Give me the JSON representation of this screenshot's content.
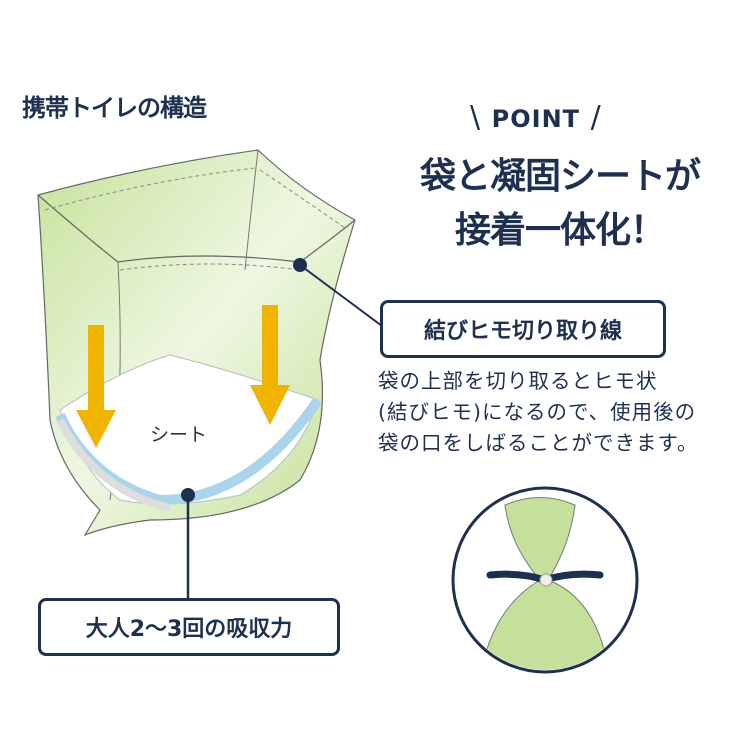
{
  "title": "携帯トイレの構造",
  "point": {
    "label": "POINT",
    "headline_line1": "袋と凝固シートが",
    "headline_line2": "接着一体化！"
  },
  "callouts": {
    "cut_line": "結びヒモ切り取り線",
    "absorption": "大人2～3回の吸収力",
    "sheet_label": "シート"
  },
  "description": [
    "袋の上部を切り取るとヒモ状",
    "(結びヒモ)になるので、使用後の",
    "袋の口をしばることができます。"
  ],
  "colors": {
    "navy": "#1d3050",
    "bag_green": "#cfe8a8",
    "arrow_yellow": "#f0b400",
    "sheet_blue": "#a9d4ea"
  }
}
